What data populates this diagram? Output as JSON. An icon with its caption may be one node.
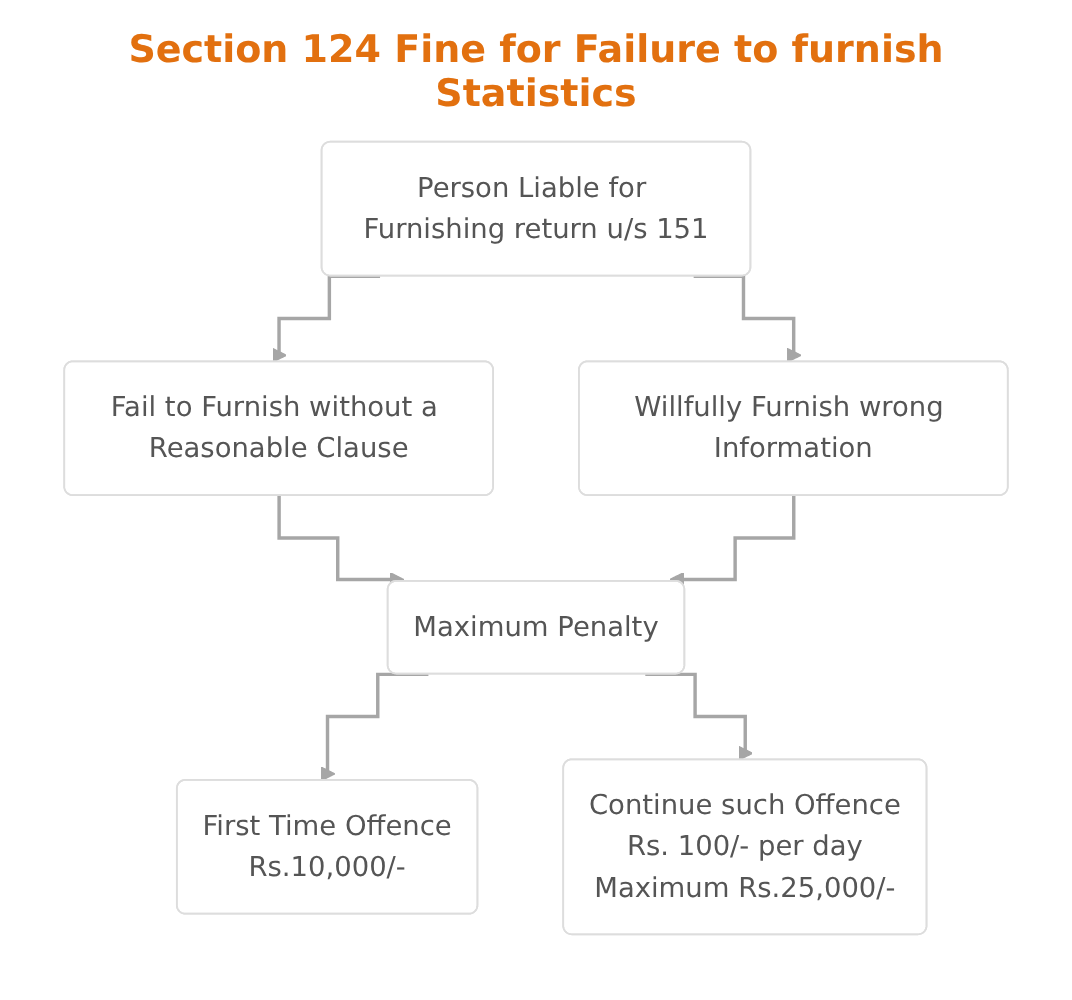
{
  "diagram": {
    "title": "Section 124 Fine for Failure to furnish Statistics",
    "nodes": [
      {
        "text": [
          "Person Liable for Furnishing return u/s 151"
        ]
      },
      {
        "text": [
          "Fail to Furnish without a Reasonable Clause"
        ]
      },
      {
        "text": [
          "Willfully Furnish wrong Information"
        ]
      },
      {
        "text": [
          "Maximum Penalty"
        ]
      },
      {
        "text": [
          "First Time Offence",
          "Rs.10,000/-"
        ]
      },
      {
        "text": [
          "Continue such Offence",
          "Rs. 100/- per day",
          "Maximum Rs.25,000/-"
        ]
      }
    ],
    "edges": [
      {
        "from": 0,
        "to": 1,
        "arrow": "to"
      },
      {
        "from": 0,
        "to": 2,
        "arrow": "to"
      },
      {
        "from": 1,
        "to": 3,
        "arrow": "to"
      },
      {
        "from": 2,
        "to": 3,
        "arrow": "to"
      },
      {
        "from": 3,
        "to": 4,
        "arrow": "to"
      },
      {
        "from": 3,
        "to": 5,
        "arrow": "to"
      }
    ]
  }
}
